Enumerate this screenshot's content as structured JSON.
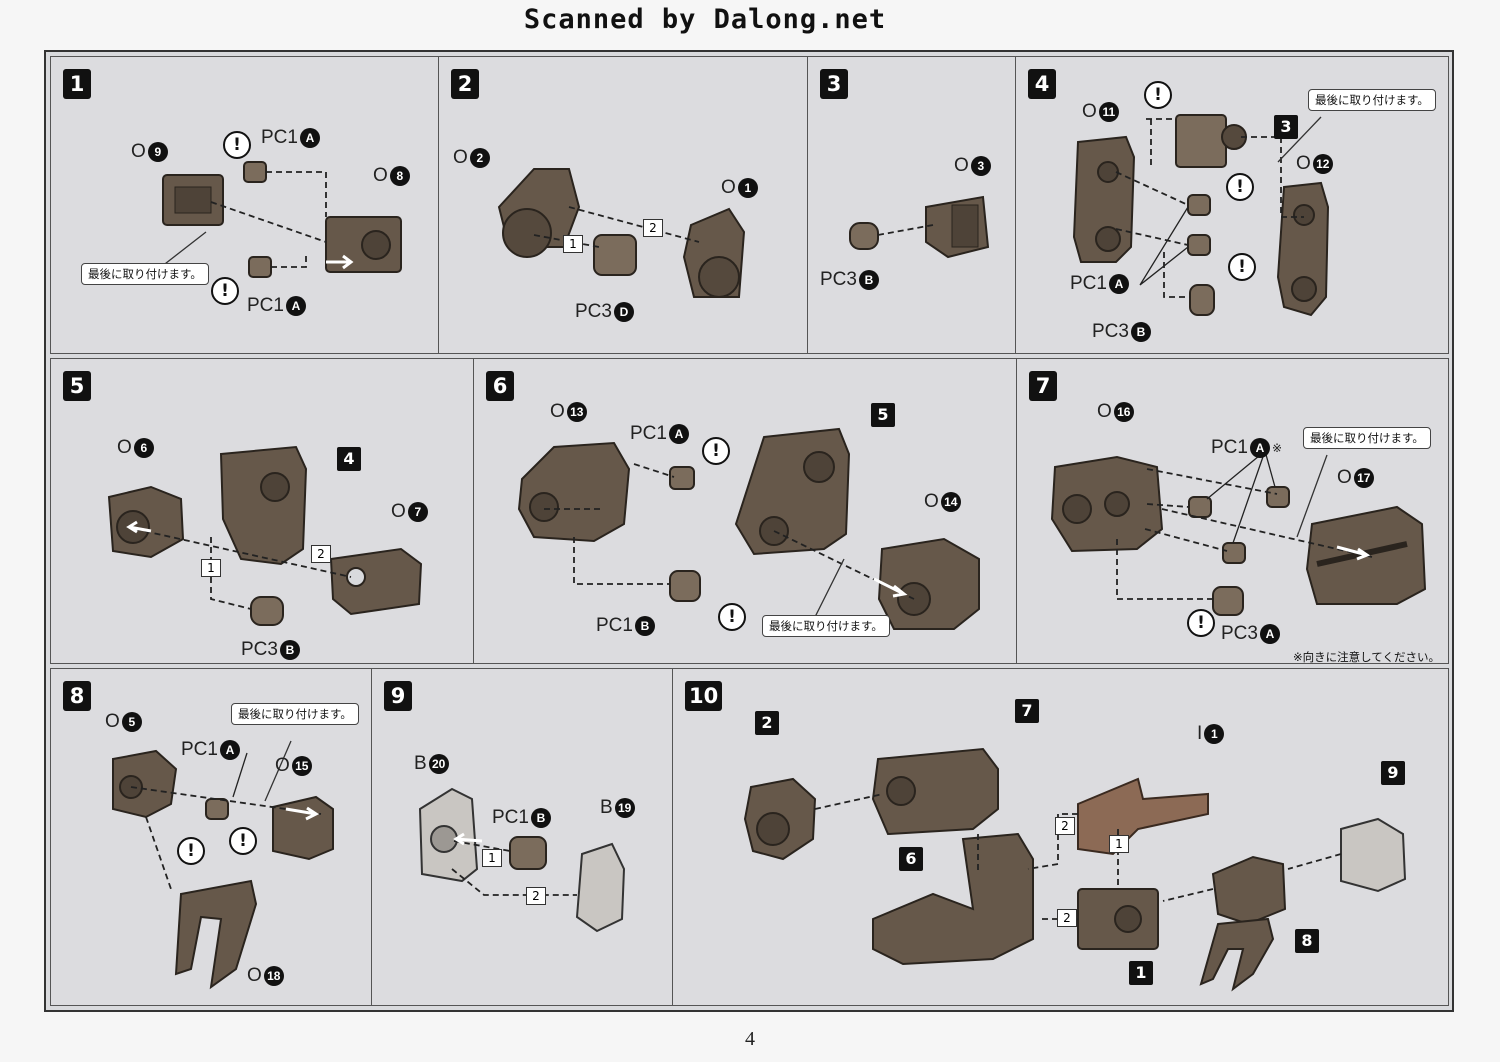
{
  "watermark": "Scanned by Dalong.net",
  "page_number": "4",
  "common": {
    "note": "最後に取り付けます。",
    "warn": "!",
    "orientation_note": "※向きに注意してください。",
    "asterisk": "※"
  },
  "steps": {
    "s1": {
      "num": "1",
      "o9": "9",
      "o8": "8",
      "pc1a_top": "A",
      "pc1a_bot": "A"
    },
    "s2": {
      "num": "2",
      "o2": "2",
      "o1": "1",
      "pc3d": "D",
      "sub1": "1",
      "sub2": "2"
    },
    "s3": {
      "num": "3",
      "o3": "3",
      "pc3b": "B"
    },
    "s4": {
      "num": "4",
      "o11": "11",
      "o12": "12",
      "ref3": "3",
      "pc1a": "A",
      "pc3b": "B"
    },
    "s5": {
      "num": "5",
      "o6": "6",
      "o7": "7",
      "ref4": "4",
      "pc3b": "B",
      "sub1": "1",
      "sub2": "2"
    },
    "s6": {
      "num": "6",
      "o13": "13",
      "o14": "14",
      "ref5": "5",
      "pc1a": "A",
      "pc1b": "B"
    },
    "s7": {
      "num": "7",
      "o16": "16",
      "o17": "17",
      "pc1a": "A",
      "pc3a": "A"
    },
    "s8": {
      "num": "8",
      "o5": "5",
      "o15": "15",
      "o18": "18",
      "pc1a": "A"
    },
    "s9": {
      "num": "9",
      "b20": "20",
      "b19": "19",
      "pc1b": "B",
      "sub1": "1",
      "sub2": "2"
    },
    "s10": {
      "num": "10",
      "i1": "1",
      "ref2": "2",
      "ref7": "7",
      "ref6": "6",
      "ref1": "1",
      "ref9": "9",
      "ref8": "8",
      "sub1": "1",
      "sub2a": "2",
      "sub2b": "2"
    }
  },
  "labels": {
    "O": "O",
    "B": "B",
    "I": "I",
    "PC1": "PC1",
    "PC3": "PC3"
  }
}
